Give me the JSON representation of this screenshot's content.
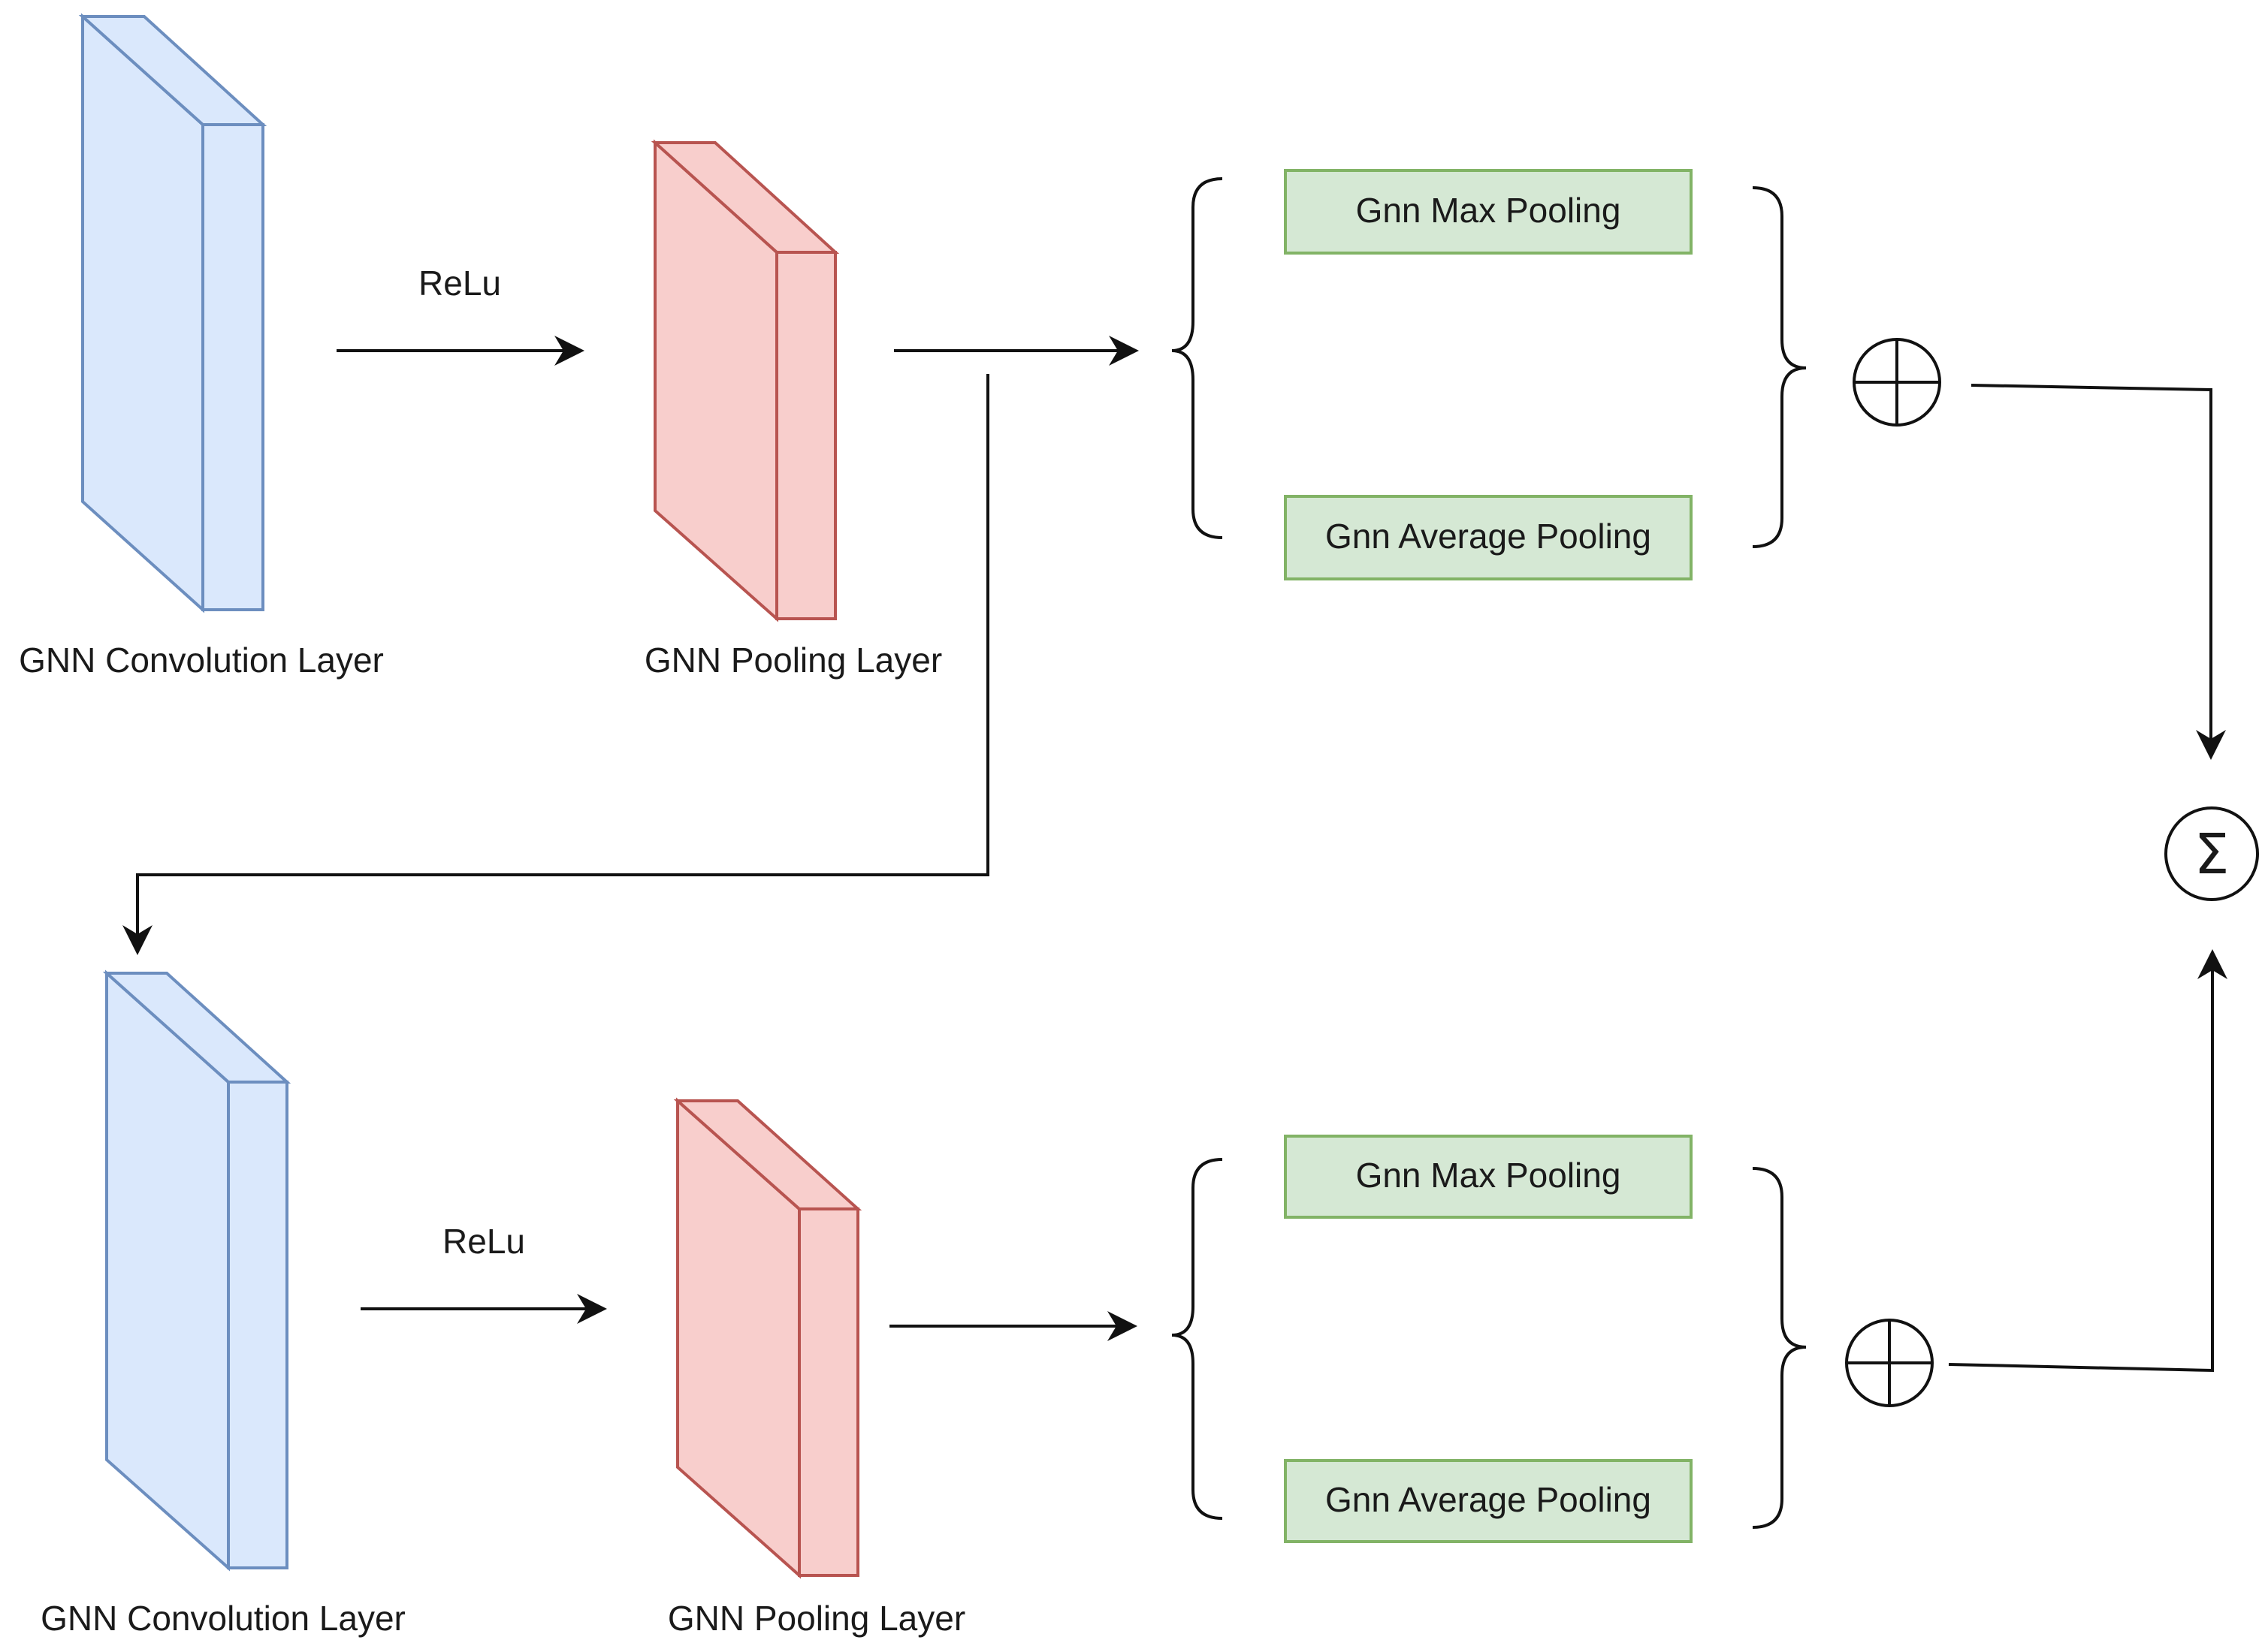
{
  "colors": {
    "conv_face": "#dae8fc",
    "conv_stroke": "#6c8ebf",
    "pool_face": "#f8cecc",
    "pool_stroke": "#b85450",
    "box_face": "#d5e8d4",
    "box_stroke": "#82b366",
    "line": "#111111"
  },
  "top_branch": {
    "conv_label": "GNN Convolution Layer",
    "relu_label": "ReLu",
    "pool_label": "GNN Pooling Layer",
    "max_pool_label": "Gnn Max Pooling",
    "avg_pool_label": "Gnn Average Pooling",
    "combine_symbol": "⊕"
  },
  "bottom_branch": {
    "conv_label": "GNN Convolution Layer",
    "relu_label": "ReLu",
    "pool_label": "GNN Pooling Layer",
    "max_pool_label": "Gnn Max Pooling",
    "avg_pool_label": "Gnn Average Pooling",
    "combine_symbol": "⊕"
  },
  "sum_symbol": "Σ"
}
